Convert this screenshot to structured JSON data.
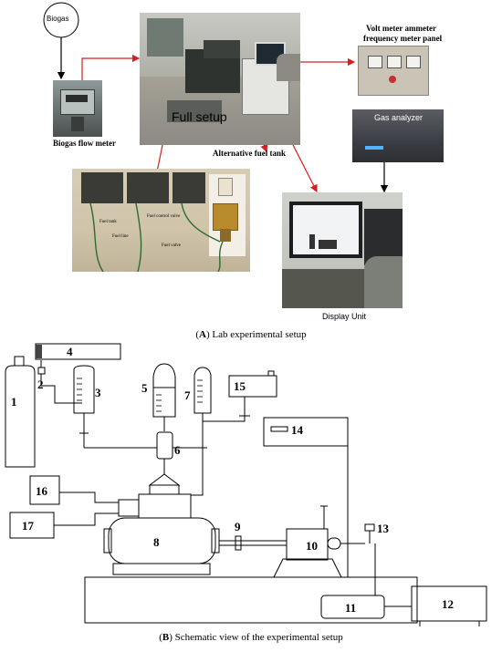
{
  "part_a": {
    "biogas_label": "Biogas",
    "flow_meter_label": "Biogas flow meter",
    "full_setup_label": "Full setup",
    "fuel_tank_label": "Alternative fuel tank",
    "panel_label_line1": "Volt meter ammeter",
    "panel_label_line2": "frequency meter panel",
    "gas_analyzer_label": "Gas analyzer",
    "display_unit_label": "Display Unit",
    "fuel_photo_labels": {
      "fuel_tank": "Fuel tank",
      "fuel_line": "Fuel line",
      "fuel_control_valve": "Fuel control valve",
      "fuel_valve": "Fuel valve"
    },
    "caption_letter": "A",
    "caption_text": "Lab experimental setup"
  },
  "part_b": {
    "numbers": [
      "1",
      "2",
      "3",
      "4",
      "5",
      "6",
      "7",
      "8",
      "9",
      "10",
      "11",
      "12",
      "13",
      "14",
      "15",
      "16",
      "17"
    ],
    "caption_letter": "B",
    "caption_text": "Schematic view of the experimental setup"
  }
}
